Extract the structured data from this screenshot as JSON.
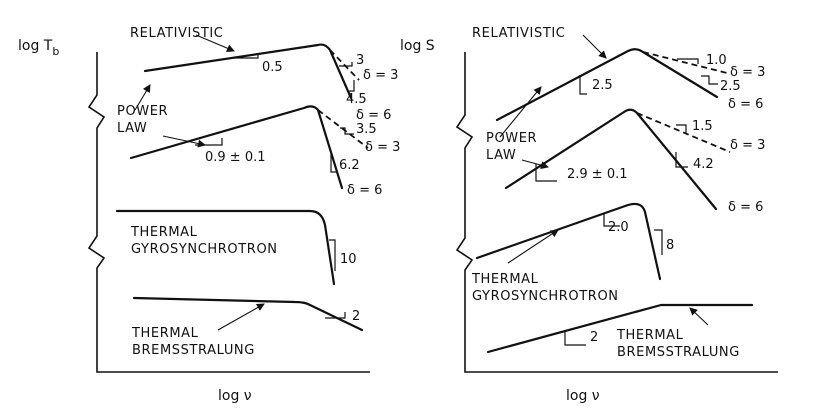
{
  "left_panel": {
    "y_axis_label": "log T",
    "y_axis_subscript": "b",
    "x_axis_label": "log ν",
    "relativistic": {
      "label": "RELATIVISTIC",
      "slope_rise": "0.5",
      "slopes_after_peak": [
        "3",
        "4.5"
      ],
      "delta_labels": [
        "δ = 3",
        "δ = 6"
      ]
    },
    "power_law": {
      "label_line1": "POWER",
      "label_line2": "LAW",
      "slope_rise": "0.9 ± 0.1",
      "slopes_after_peak": [
        "3.5",
        "6.2"
      ],
      "delta_labels": [
        "δ = 3",
        "δ = 6"
      ]
    },
    "thermal_gyro": {
      "label_line1": "THERMAL",
      "label_line2": "GYROSYNCHROTRON",
      "slope_after_peak": "10"
    },
    "thermal_brems": {
      "label_line1": "THERMAL",
      "label_line2": "BREMSSTRALUNG",
      "slope_after_peak": "2"
    }
  },
  "right_panel": {
    "y_axis_label": "log S",
    "x_axis_label": "log ν",
    "relativistic": {
      "label": "RELATIVISTIC",
      "slope_rise": "2.5",
      "slopes_after_peak": [
        "1.0",
        "2.5"
      ],
      "delta_labels": [
        "δ = 3",
        "δ = 6"
      ]
    },
    "power_law": {
      "label_line1": "POWER",
      "label_line2": "LAW",
      "slope_rise": "2.9 ± 0.1",
      "slopes_after_peak": [
        "1.5",
        "4.2"
      ],
      "delta_labels": [
        "δ = 3",
        "δ = 6"
      ]
    },
    "thermal_gyro": {
      "label_line1": "THERMAL",
      "label_line2": "GYROSYNCHROTRON",
      "slope_rise": "2.0",
      "slope_after_peak": "8"
    },
    "thermal_brems": {
      "label_line1": "THERMAL",
      "label_line2": "BREMSSTRALUNG",
      "slope_rise": "2"
    }
  }
}
